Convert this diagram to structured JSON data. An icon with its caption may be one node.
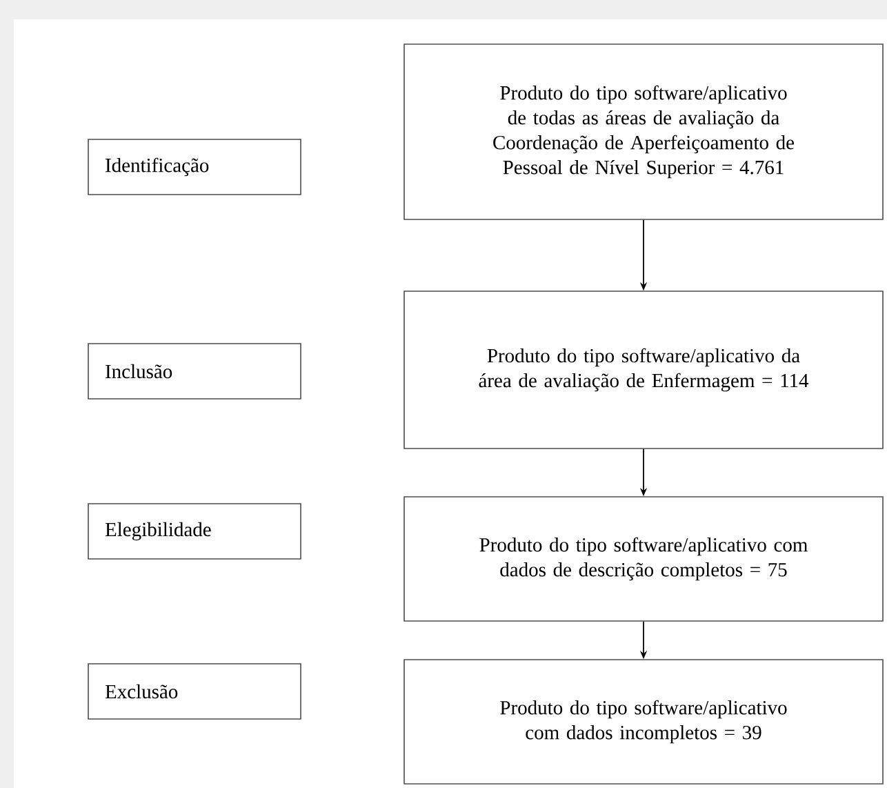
{
  "diagram": {
    "nodes": [
      {
        "text": [
          "Identificação"
        ]
      },
      {
        "text": [
          "Produto do tipo software/aplicativo de todas as áreas de avaliação da Coordenação de Aperfeiçoamento de Pessoal de Nível Superior = 4.761"
        ]
      },
      {
        "text": [
          "Inclusão"
        ]
      },
      {
        "text": [
          "Produto do tipo software/aplicativo da área de avaliação de Enfermagem = 114"
        ]
      },
      {
        "text": [
          "Elegibilidade"
        ]
      },
      {
        "text": [
          "Produto do tipo software/aplicativo com dados de descrição completos = 75"
        ]
      },
      {
        "text": [
          "Exclusão"
        ]
      },
      {
        "text": [
          "Produto do tipo software/aplicativo com dados incompletos = 39"
        ]
      }
    ],
    "edges": [
      {
        "from": 1,
        "to": 3,
        "arrow": "to"
      },
      {
        "from": 3,
        "to": 5,
        "arrow": "to"
      },
      {
        "from": 5,
        "to": 7,
        "arrow": "to"
      }
    ]
  }
}
